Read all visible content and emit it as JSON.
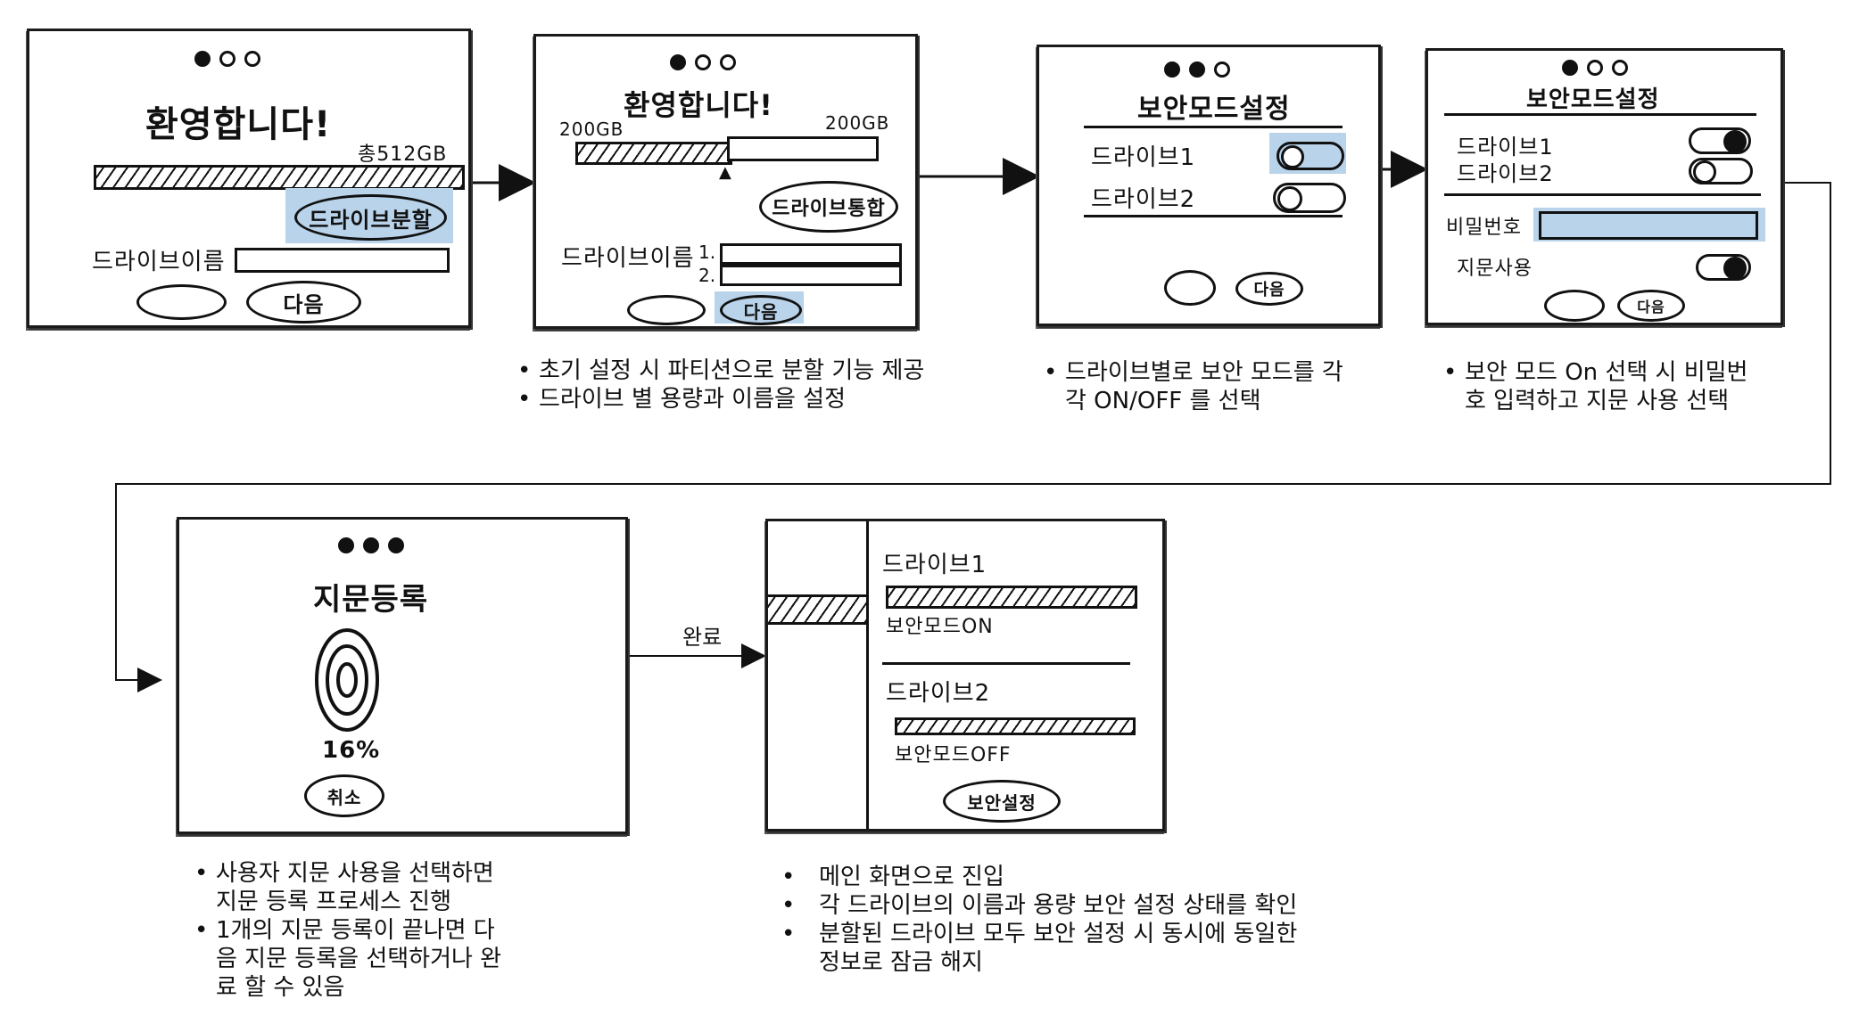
{
  "screens": {
    "welcome": {
      "title": "환영합니다!",
      "total_label": "총512GB",
      "split_button": "드라이브분할",
      "drive_name_label": "드라이브이름",
      "next_button": "다음"
    },
    "split": {
      "title": "환영합니다!",
      "left_size": "200GB",
      "right_size": "200GB",
      "merge_button": "드라이브통합",
      "drive_name_label": "드라이브이름",
      "index_1": "1.",
      "index_2": "2.",
      "next_button": "다음"
    },
    "security1": {
      "title": "보안모드설정",
      "drive1": "드라이브1",
      "drive2": "드라이브2",
      "next_button": "다음"
    },
    "security2": {
      "title": "보안모드설정",
      "drive1": "드라이브1",
      "drive2": "드라이브2",
      "password_label": "비밀번호",
      "fingerprint_label": "지문사용",
      "next_button": "다음"
    },
    "fingerprint": {
      "title": "지문등록",
      "progress_text": "16%",
      "progress": 0.16,
      "cancel_button": "취소"
    },
    "main": {
      "drive1": "드라이브1",
      "drive1_status": "보안모드ON",
      "drive2": "드라이브2",
      "drive2_status": "보안모드OFF",
      "security_button": "보안설정"
    }
  },
  "arrow_label": "완료",
  "notes": {
    "split": [
      "초기 설정 시 파티션으로 분할 기능 제공",
      "드라이브 별 용량과 이름을 설정"
    ],
    "security1": [
      "드라이브별로 보안 모드를 각",
      "각 ON/OFF 를 선택"
    ],
    "security2": [
      "보안 모드 On 선택 시 비밀번",
      "호 입력하고 지문 사용 선택"
    ],
    "fingerprint": [
      "사용자 지문 사용을 선택하면",
      "지문 등록 프로세스 진행",
      "1개의 지문 등록이 끝나면 다",
      "음 지문 등록을 선택하거나 완",
      "료 할 수 있음"
    ],
    "main": [
      "메인 화면으로 진입",
      "각 드라이브의 이름과 용량 보안 설정 상태를 확인",
      "분할된 드라이브 모두 보안 설정 시 동시에 동일한",
      "정보로 잠금 해지"
    ]
  },
  "colors": {
    "highlight": "#b8d3ea",
    "ink": "#111111"
  }
}
